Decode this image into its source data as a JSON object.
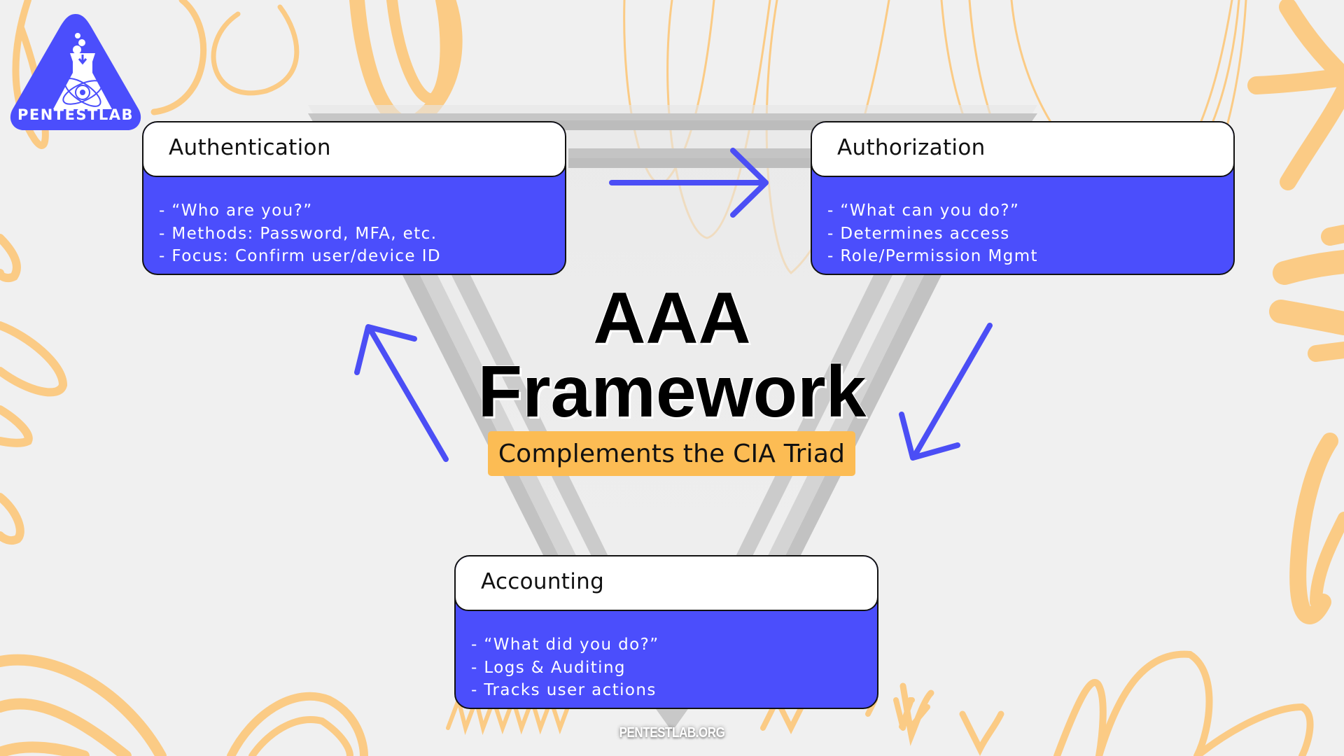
{
  "logo": {
    "brand": "PENTESTLAB",
    "icon": "flask-atom-icon",
    "color": "#4b4efc"
  },
  "title": {
    "line1": "AAA",
    "line2": "Framework"
  },
  "subtitle": "Complements the CIA Triad",
  "cards": [
    {
      "title": "Authentication",
      "lines": [
        "- “Who are you?”",
        "- Methods: Password, MFA, etc.",
        "- Focus: Confirm user/device ID"
      ]
    },
    {
      "title": "Authorization",
      "lines": [
        "- “What can you do?”",
        "- Determines access",
        "- Role/Permission Mgmt"
      ]
    },
    {
      "title": "Accounting",
      "lines": [
        "- “What did you do?”",
        "- Logs & Auditing",
        "- Tracks user actions"
      ]
    }
  ],
  "arrows": [
    {
      "name": "arrow-right-icon",
      "from": "Authentication",
      "to": "Authorization"
    },
    {
      "name": "arrow-down-left-icon",
      "from": "Authorization",
      "to": "Accounting"
    },
    {
      "name": "arrow-up-left-icon",
      "from": "Accounting",
      "to": "Authentication"
    }
  ],
  "footer": "PENTESTLAB.ORG",
  "colors": {
    "background": "#f0f0f0",
    "card_body": "#4b4efc",
    "card_header": "#ffffff",
    "accent_orange": "#fcbc54",
    "doodle": "#fbcb85",
    "arrow": "#4b4ef5"
  }
}
